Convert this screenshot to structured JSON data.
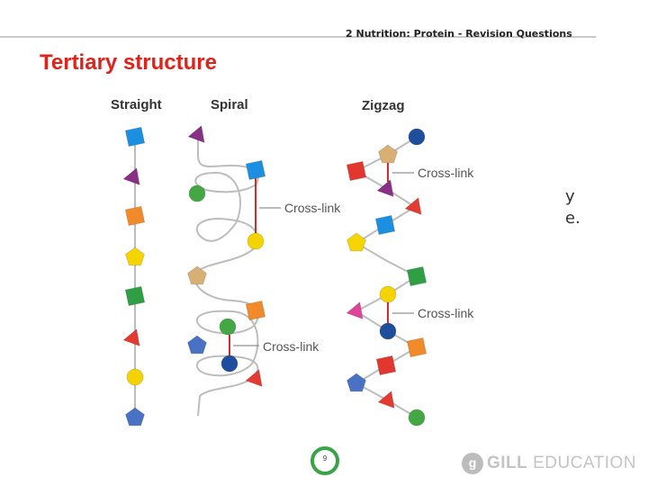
{
  "header": {
    "title": "2 Nutrition: Protein - Revision Questions"
  },
  "slide": {
    "title": "Tertiary structure",
    "truncated_right_text": [
      "y",
      "e."
    ]
  },
  "diagram": {
    "column_labels": {
      "straight": "Straight",
      "spiral": "Spiral",
      "zigzag": "Zigzag"
    },
    "cross_link_label": "Cross-link",
    "colors": {
      "blue_square": "#1d8fe0",
      "purple_triangle": "#8a2f86",
      "orange_square": "#f08a2a",
      "yellow_pentagon": "#f5d400",
      "green_square": "#2f9e44",
      "red_triangle": "#e33b32",
      "yellow_circle": "#f3d400",
      "blue_pentagon": "#4a72c4",
      "green_circle": "#43a843",
      "navy_circle": "#1f4f9c",
      "tan_pentagon": "#d9b074",
      "red_square": "#e2372e",
      "pink_triangle": "#e0449a",
      "cross_link_line": "#d62b2b",
      "chain_line": "#bdbdbd"
    }
  },
  "footer": {
    "page_number": "9",
    "logo_light": "GILL",
    "logo_rest": "EDUCATION"
  }
}
